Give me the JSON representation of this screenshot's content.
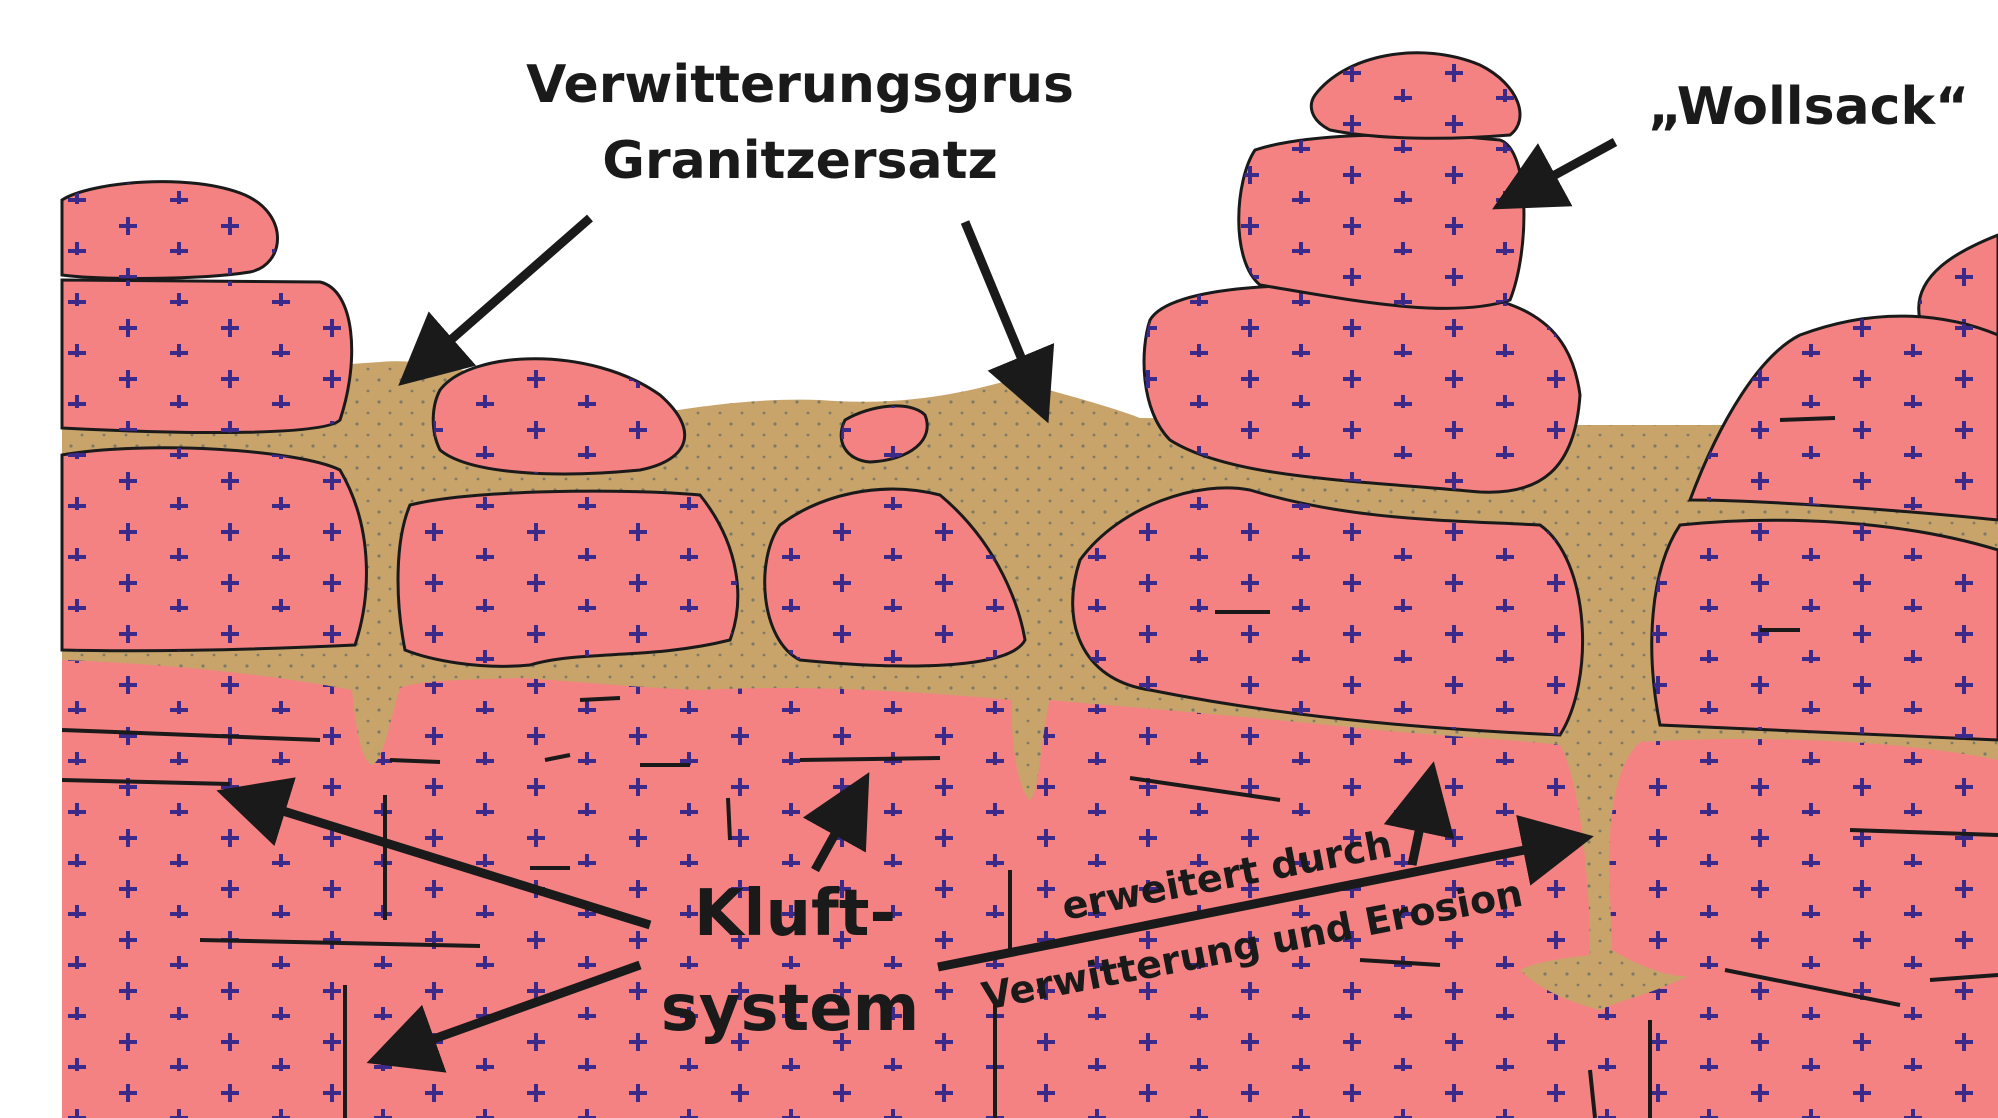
{
  "labels": {
    "grus_line1": "Verwitterungsgrus",
    "grus_line2": "Granitzersatz",
    "wollsack": "„Wollsack“",
    "kluft_line1": "Kluft-",
    "kluft_line2": "system",
    "erweitert_line1": "erweitert durch",
    "erweitert_line2": "Verwitterung und Erosion"
  },
  "colors": {
    "granite": "#f58282",
    "grus": "#c8a46a",
    "grus_dot": "#7f7a68",
    "cross": "#3c2a8a",
    "outline": "#1a1a1a",
    "background": "#ffffff"
  }
}
